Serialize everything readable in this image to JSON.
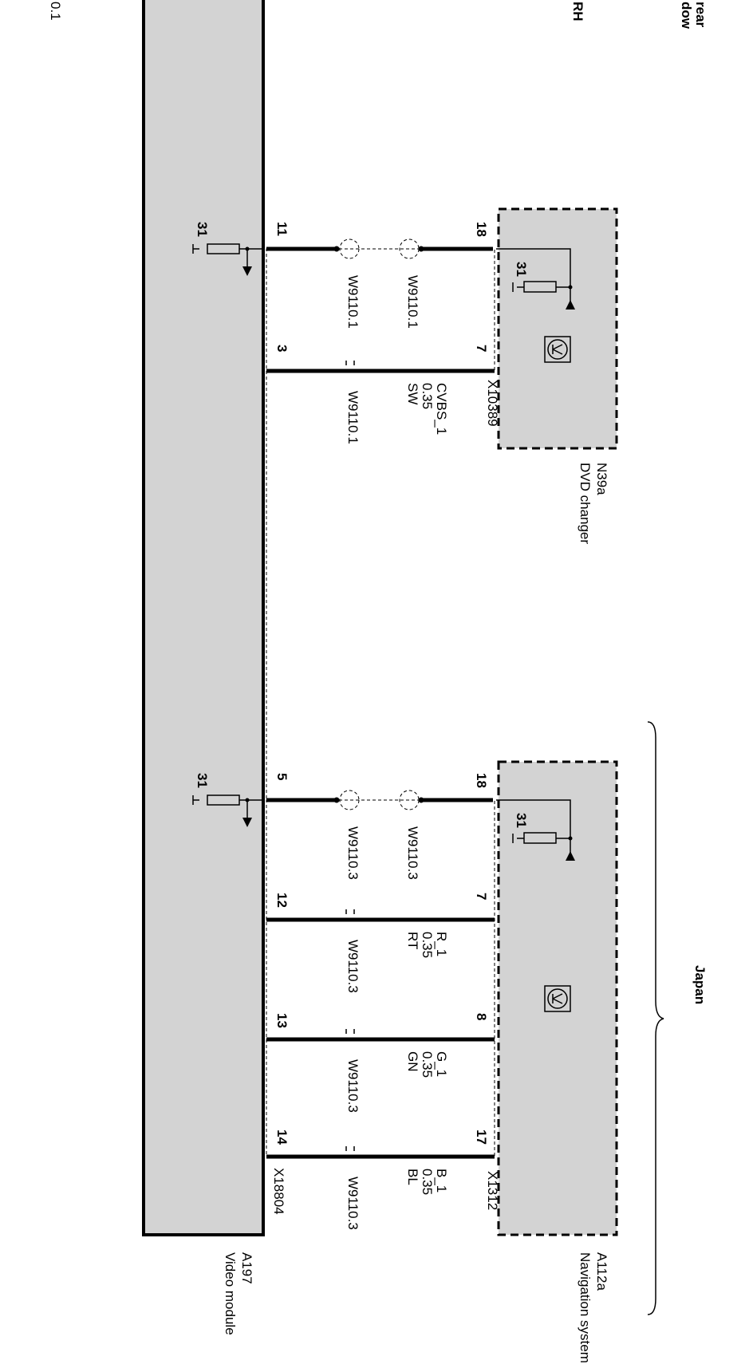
{
  "edge_labels": {
    "top_left": "0.1",
    "top_mid": "RH",
    "top_right_1": "rear",
    "top_right_2": "dow"
  },
  "components": {
    "dvd_changer": {
      "code": "N39a",
      "name": "DVD changer",
      "connector": "X10389"
    },
    "navigation": {
      "code": "A112a",
      "name": "Navigation system",
      "connector": "X1312"
    },
    "video_module": {
      "code": "A197",
      "name": "Video module",
      "connector": "X18804"
    }
  },
  "variant_label": "Japan",
  "ground_label": "31",
  "dvd_pins": {
    "shield": "18",
    "signal": "7"
  },
  "nav_pins": {
    "shield": "18",
    "r": "7",
    "g": "8",
    "b": "17"
  },
  "video_pins": {
    "dvd_shield": "11",
    "dvd_signal": "3",
    "nav_shield": "5",
    "r": "12",
    "g": "13",
    "b": "14"
  },
  "wires": [
    {
      "id": "cvbs",
      "signal": "CVBS_1",
      "size": "0.35",
      "color": "SW",
      "harness": "W9110.1"
    },
    {
      "id": "r",
      "signal": "R_1",
      "size": "0.35",
      "color": "RT",
      "harness": "W9110.3"
    },
    {
      "id": "g",
      "signal": "G_1",
      "size": "0.35",
      "color": "GN",
      "harness": "W9110.3"
    },
    {
      "id": "b",
      "signal": "B_1",
      "size": "0.35",
      "color": "BL",
      "harness": "W9110.3"
    }
  ],
  "shield_harness": {
    "dvd": "W9110.1",
    "nav": "W9110.3"
  }
}
